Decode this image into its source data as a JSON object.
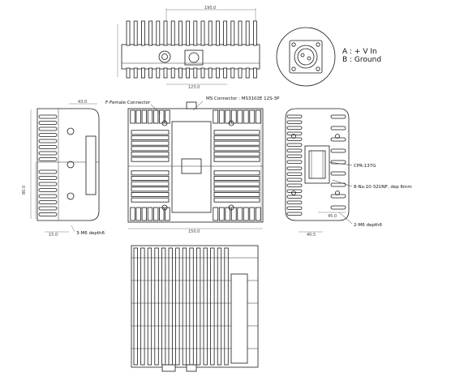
{
  "legend": {
    "a": "A : + V In",
    "b": "B : Ground"
  },
  "callouts": {
    "f_female": "F-Female Connector",
    "ms_connector": "MS Connector : MS3102E 12S-3P",
    "cpr": "CPR-137G",
    "no10": "8-No.10-32UNF, dep 6mm",
    "m6_left": "3-M6 depth6",
    "m6_right": "2-M6 depth6"
  }
}
